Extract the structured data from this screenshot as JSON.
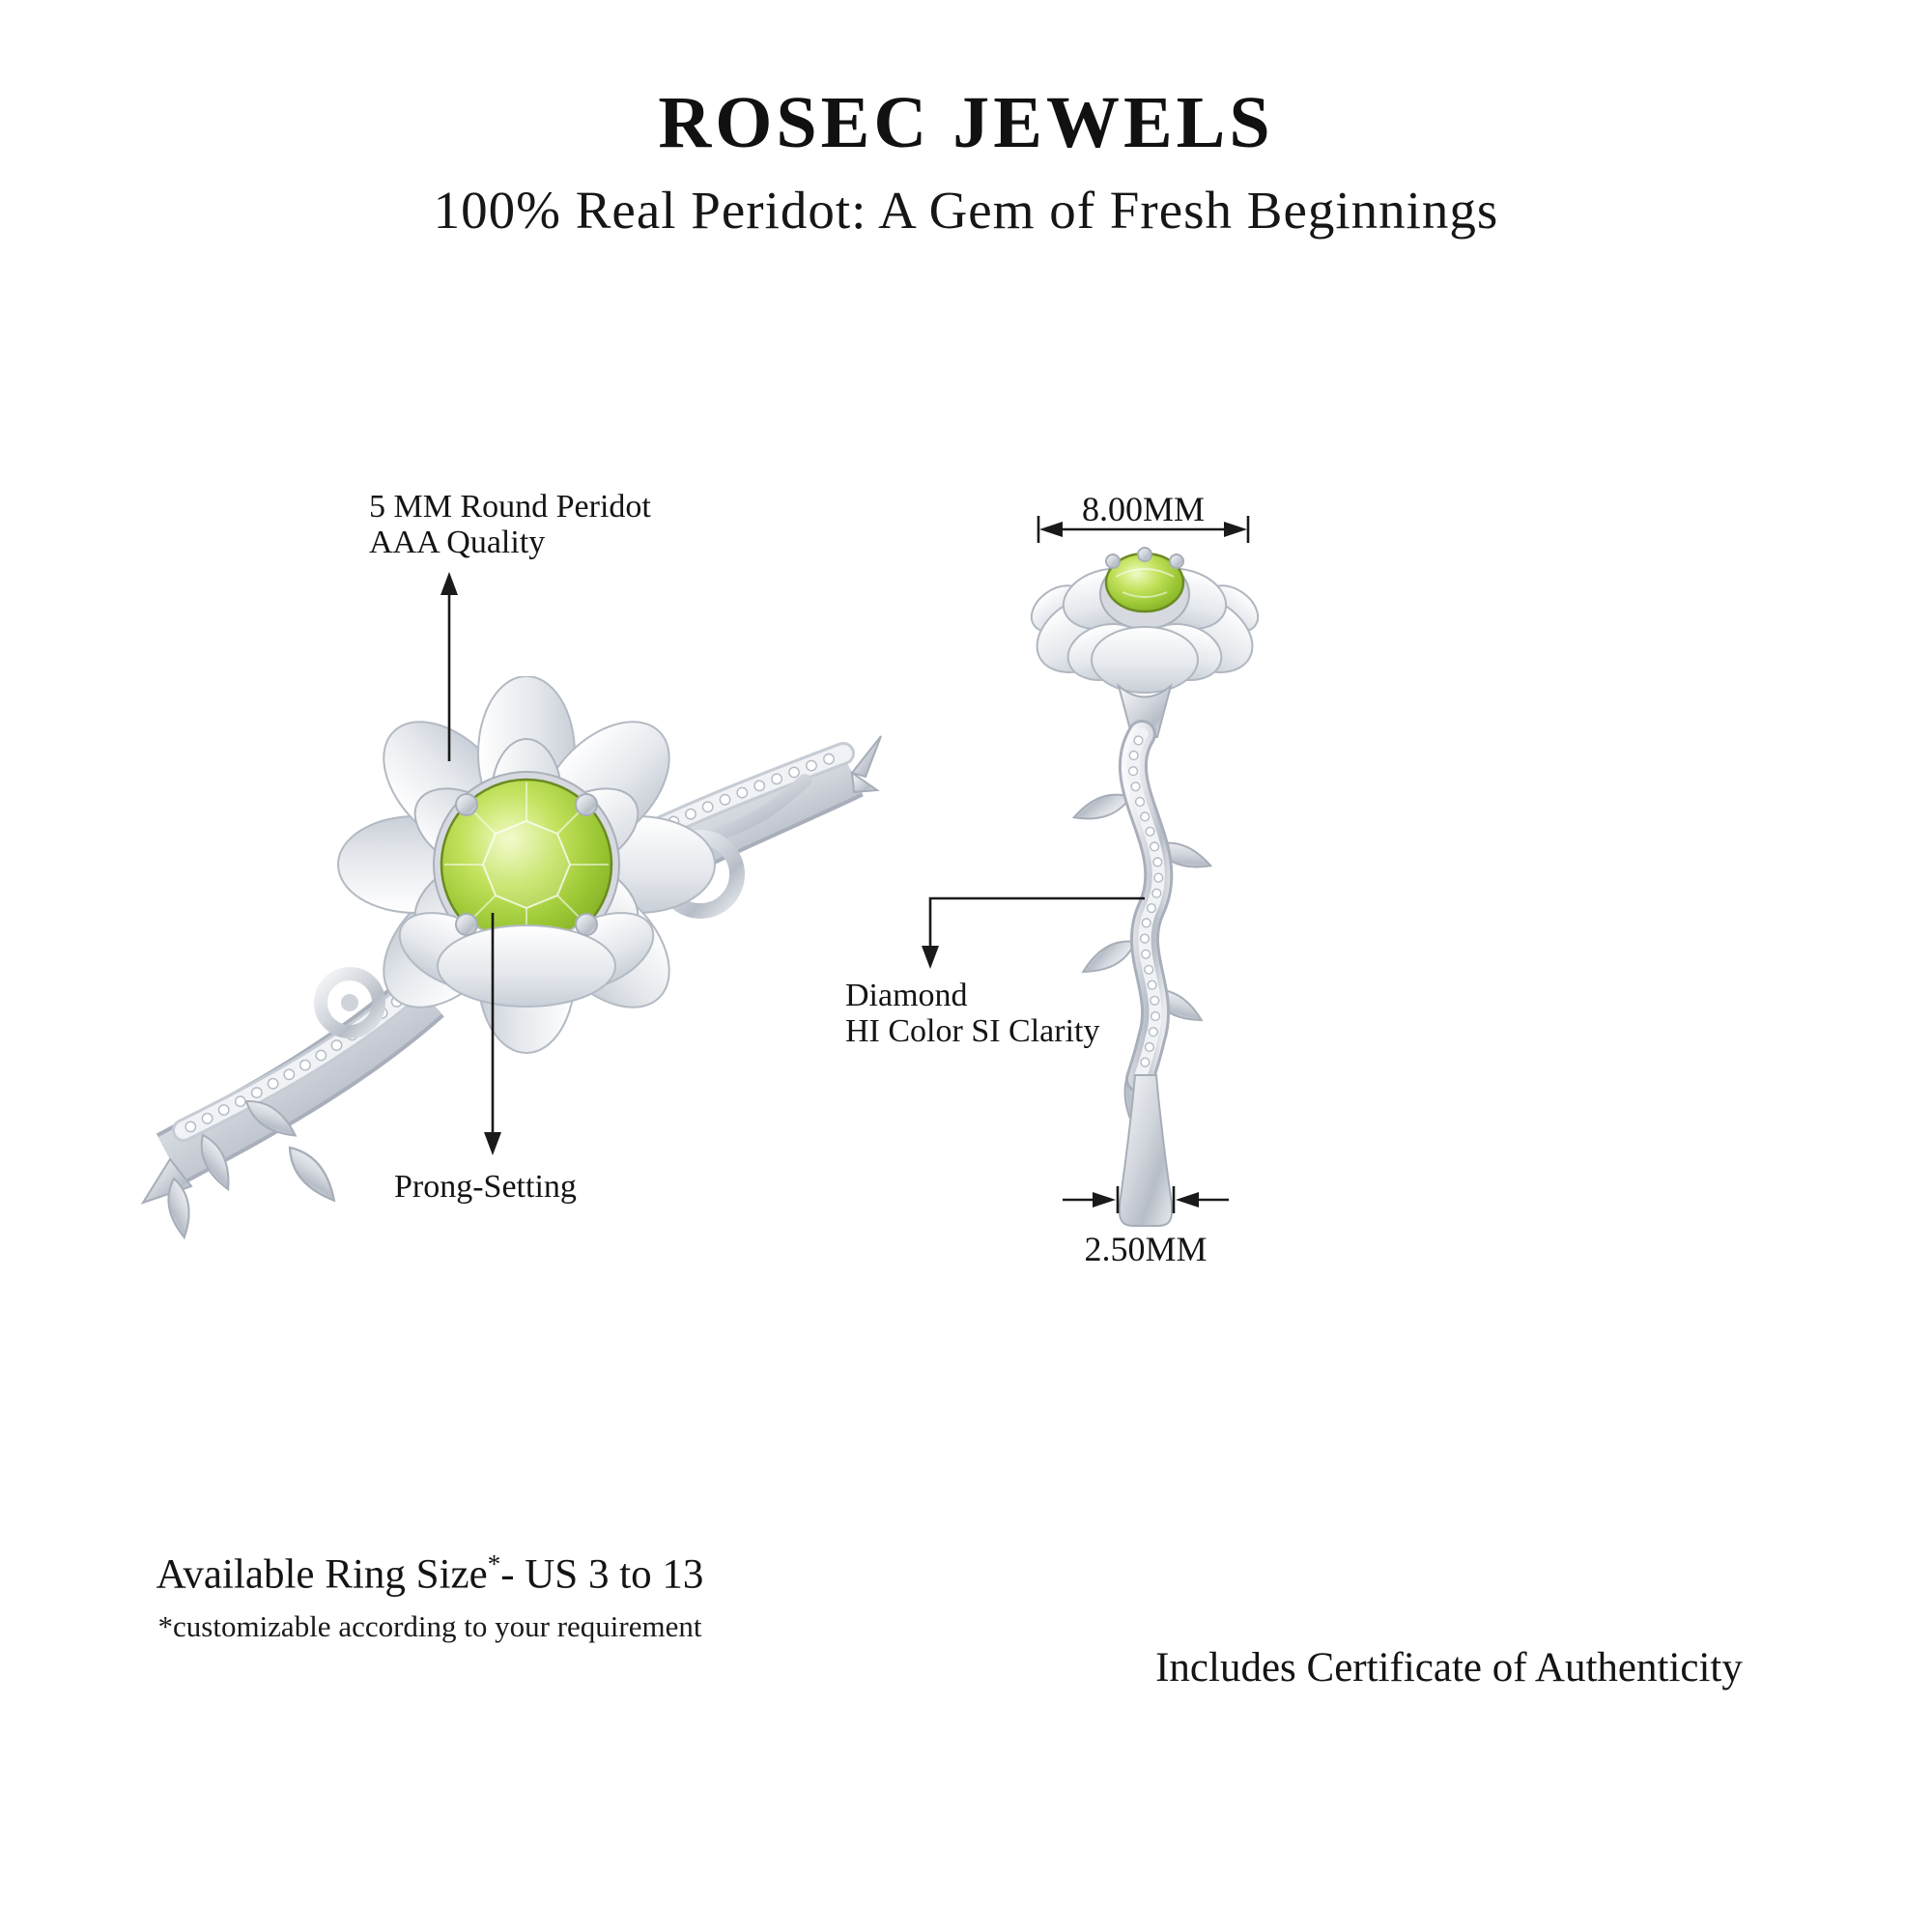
{
  "header": {
    "brand": "ROSEC JEWELS",
    "tagline": "100% Real Peridot: A Gem of Fresh Beginnings"
  },
  "left_ring": {
    "callout_stone_line1": "5 MM Round Peridot",
    "callout_stone_line2": "AAA Quality",
    "callout_prong": "Prong-Setting"
  },
  "right_ring": {
    "measurement_head_width": "8.00MM",
    "callout_diamond_line1": "Diamond",
    "callout_diamond_line2": "HI Color SI Clarity",
    "measurement_band_width": "2.50MM"
  },
  "footer": {
    "ring_size_label": "Available Ring Size",
    "ring_size_star": "*",
    "ring_size_range": "- US 3 to 13",
    "customizable_note": "*customizable according to your requirement",
    "certificate_note": "Includes Certificate of Authenticity"
  },
  "colors": {
    "peridot_green": "#9cc835",
    "metal_silver": "#d7dbe2",
    "diamond_white": "#ffffff",
    "text": "#141414"
  }
}
